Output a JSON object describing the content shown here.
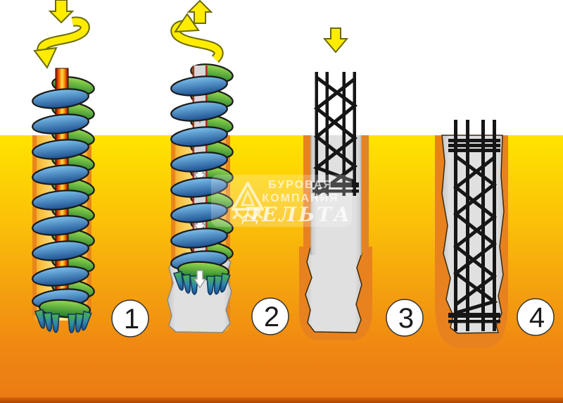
{
  "stages": [
    {
      "number": "1"
    },
    {
      "number": "2"
    },
    {
      "number": "3"
    },
    {
      "number": "4"
    }
  ],
  "watermark": {
    "line1": "БУРОВАЯ",
    "line2": "КОМПАНИЯ",
    "line3": "ДЕЛЬТА"
  },
  "colors": {
    "sky_white": "#FFFFFF",
    "ground_top_yellow": "#FFE400",
    "ground_bottom_orange": "#EC7D14",
    "ground_bottom_strip": "#B04A04",
    "borehole_orange": "#EE9220",
    "borehole_halo": "#E8821E",
    "concrete_gray": "#DCDCDC",
    "arrow_yellow": "#FFEC00",
    "arrow_outline": "#6B6B00",
    "auger_flight_blue": "#2F6FB2",
    "auger_flight_green": "#3E9A38",
    "auger_shaft_red": "#B32800",
    "hollow_stem_gray": "#D8D8D8",
    "rebar_black": "#161616",
    "badge_white": "#FFFFFF"
  }
}
